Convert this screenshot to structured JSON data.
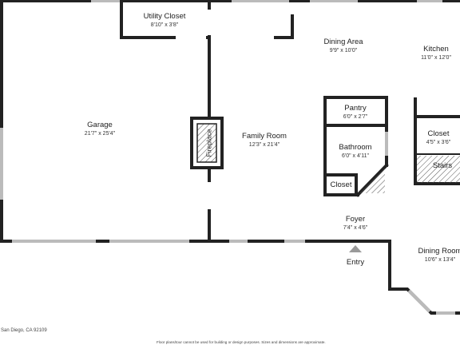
{
  "rooms": {
    "utility_closet": {
      "name": "Utility Closet",
      "dims": "8'10\" x 3'8\""
    },
    "dining_area": {
      "name": "Dining Area",
      "dims": "9'9\" x 10'0\""
    },
    "kitchen": {
      "name": "Kitchen",
      "dims": "11'0\" x 12'0\""
    },
    "garage": {
      "name": "Garage",
      "dims": "21'7\" x 25'4\""
    },
    "family_room": {
      "name": "Family Room",
      "dims": "12'3\" x 21'4\""
    },
    "pantry": {
      "name": "Pantry",
      "dims": "6'0\" x 2'7\""
    },
    "closet_right": {
      "name": "Closet",
      "dims": "4'5\" x 3'6\""
    },
    "bathroom": {
      "name": "Bathroom",
      "dims": "6'0\" x 4'11\""
    },
    "closet_small": {
      "name": "Closet"
    },
    "stairs": {
      "name": "Stairs"
    },
    "foyer": {
      "name": "Foyer",
      "dims": "7'4\" x 4'6\""
    },
    "dining_room": {
      "name": "Dining Room",
      "dims": "10'6\" x 13'4\""
    }
  },
  "labels": {
    "fireplace": "Fireplace",
    "entry": "Entry"
  },
  "footer": {
    "address": "San Diego, CA 92109",
    "disclaimer": "Floor plans/tour cannot be used for building or design purposes. Sizes and dimensions are approximate."
  },
  "colors": {
    "wall": "#222222",
    "window": "#bdbdbd",
    "hatch": "#555555",
    "entry_marker": "#9a9a9a"
  }
}
